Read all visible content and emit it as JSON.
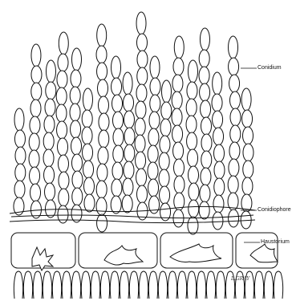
{
  "labels": {
    "conidium": "Conidium",
    "conidiophore": "Conidiophore",
    "haustorium": "Haustorium",
    "signature": "L.GRAY"
  },
  "style": {
    "line_color": "#111111",
    "background": "#ffffff"
  }
}
